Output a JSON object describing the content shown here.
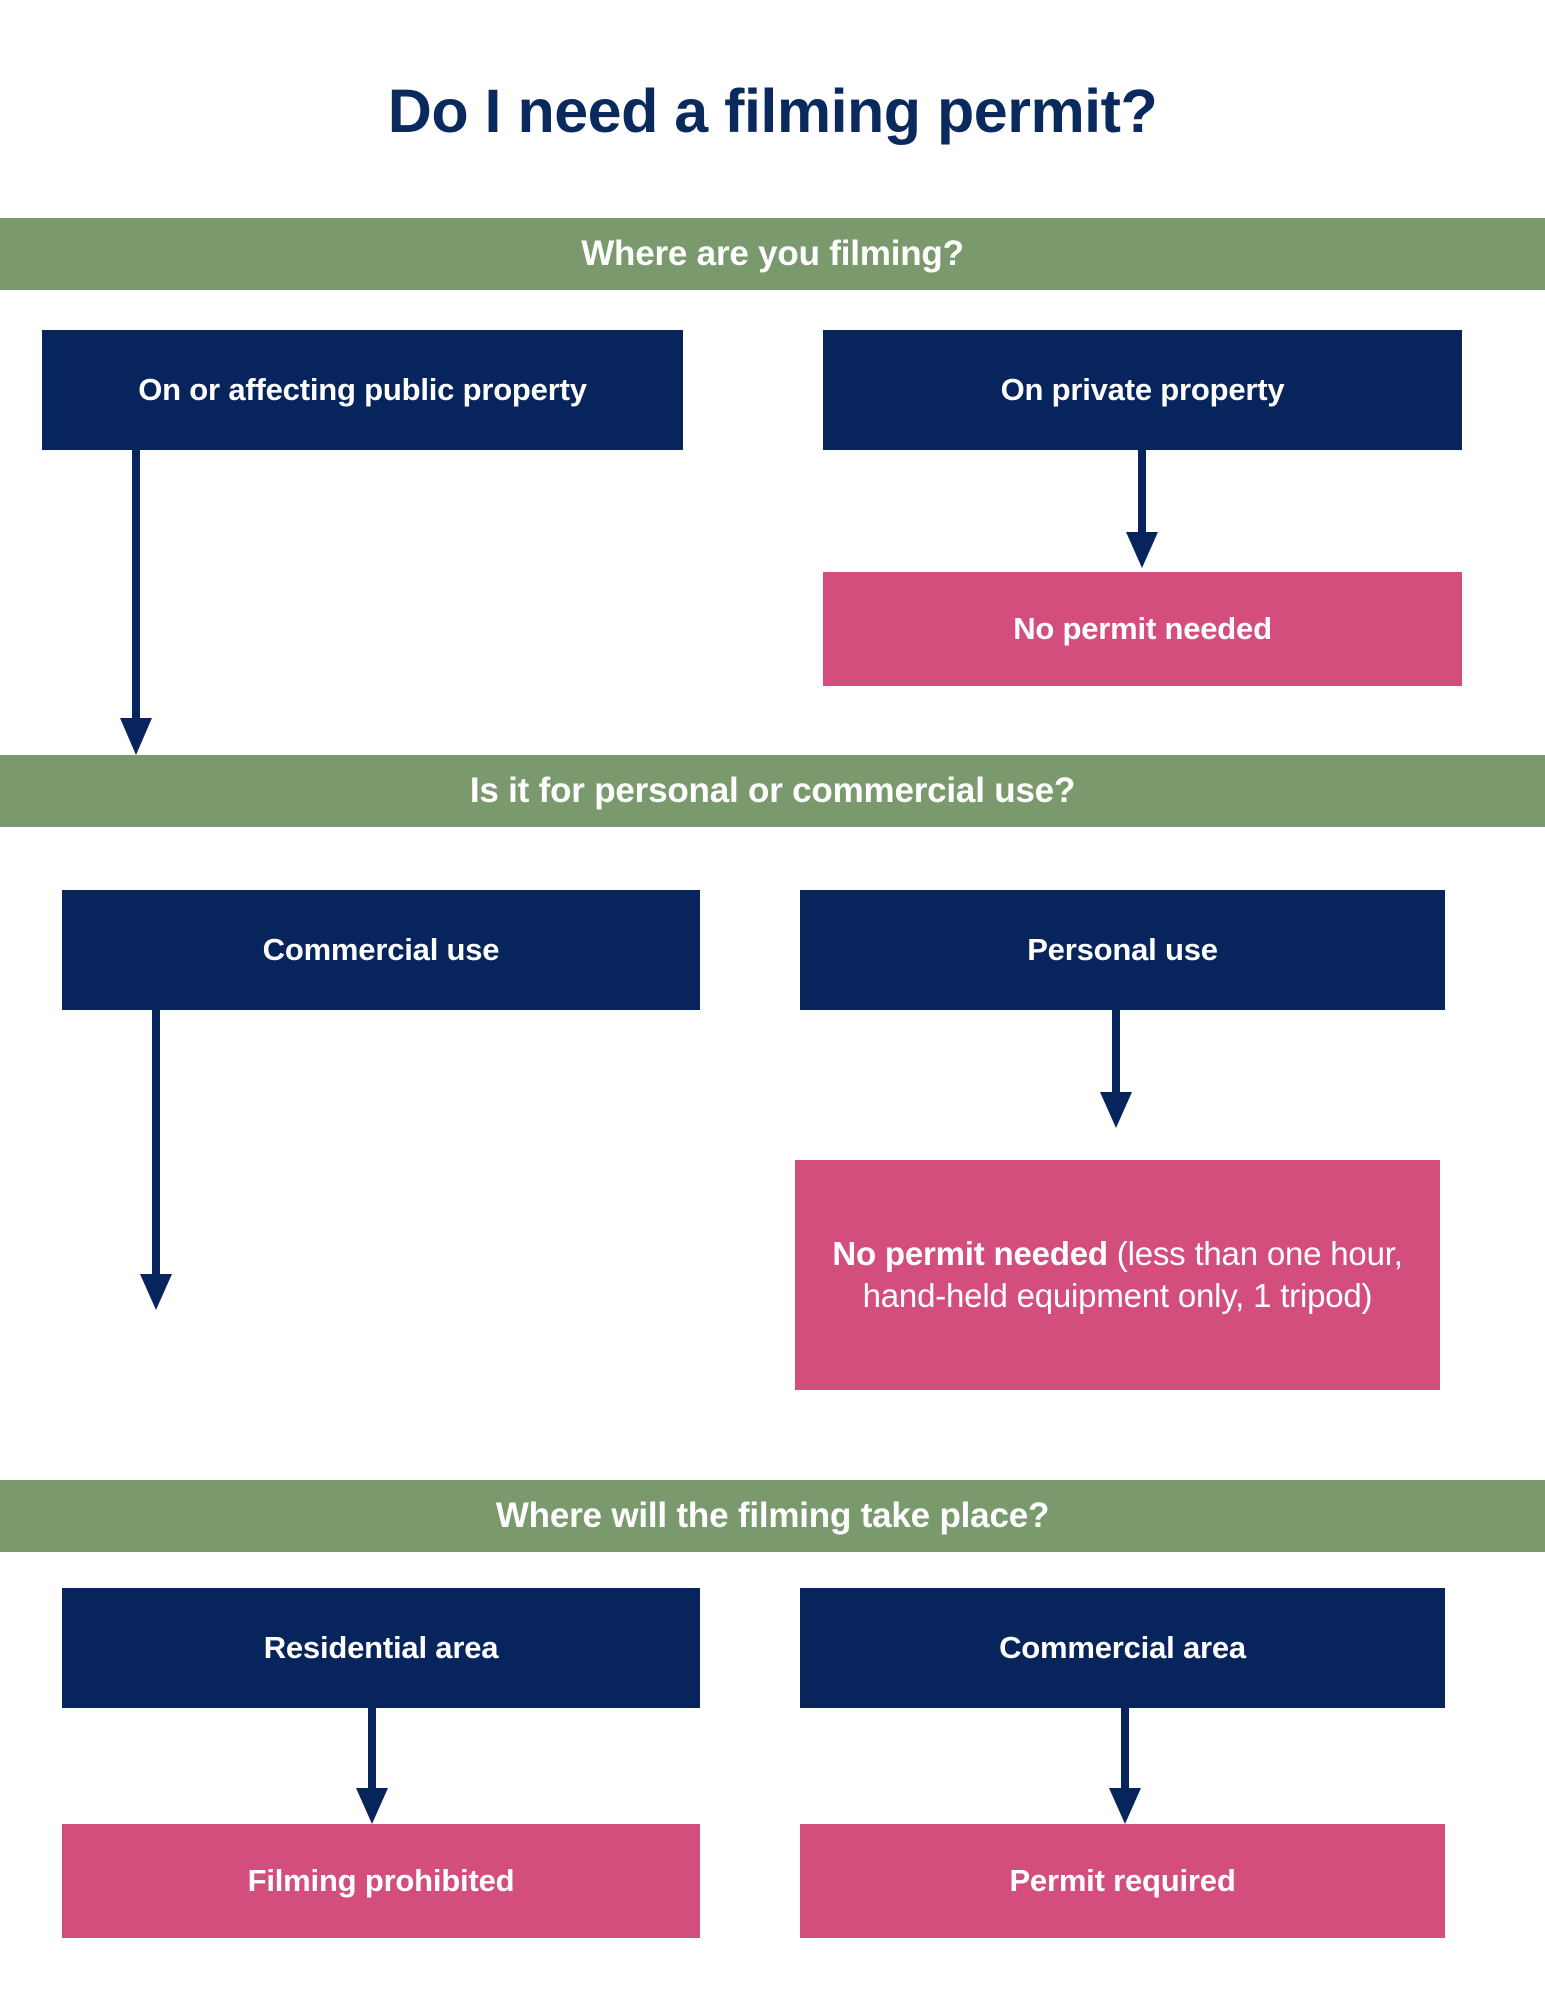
{
  "title": "Do I need a filming permit?",
  "colors": {
    "navy": "#07255C",
    "green": "#7A9A6E",
    "pink": "#D44E7D",
    "white": "#FFFFFF",
    "title_text": "#0A2A5E"
  },
  "sections": [
    {
      "question": "Where are you filming?",
      "options": [
        {
          "label": "On or affecting public property",
          "outcome": null
        },
        {
          "label": "On private property",
          "outcome": "No permit needed"
        }
      ]
    },
    {
      "question": "Is it for personal or commercial use?",
      "options": [
        {
          "label": "Commercial use",
          "outcome": null
        },
        {
          "label": "Personal use",
          "outcome_bold": "No permit needed",
          "outcome_rest": " (less than one hour, hand-held equipment only, 1 tripod)"
        }
      ]
    },
    {
      "question": "Where will the filming take place?",
      "options": [
        {
          "label": "Residential area",
          "outcome": "Filming prohibited"
        },
        {
          "label": "Commercial area",
          "outcome": "Permit required"
        }
      ]
    }
  ],
  "flow": {
    "arrow_public_to_section2": "continue-down",
    "arrow_private_to_no_permit": "down",
    "arrow_commercial_to_section3": "continue-down",
    "arrow_personal_to_no_permit_detail": "down",
    "arrow_residential_to_prohibited": "down",
    "arrow_commercial_area_to_permit": "down"
  }
}
